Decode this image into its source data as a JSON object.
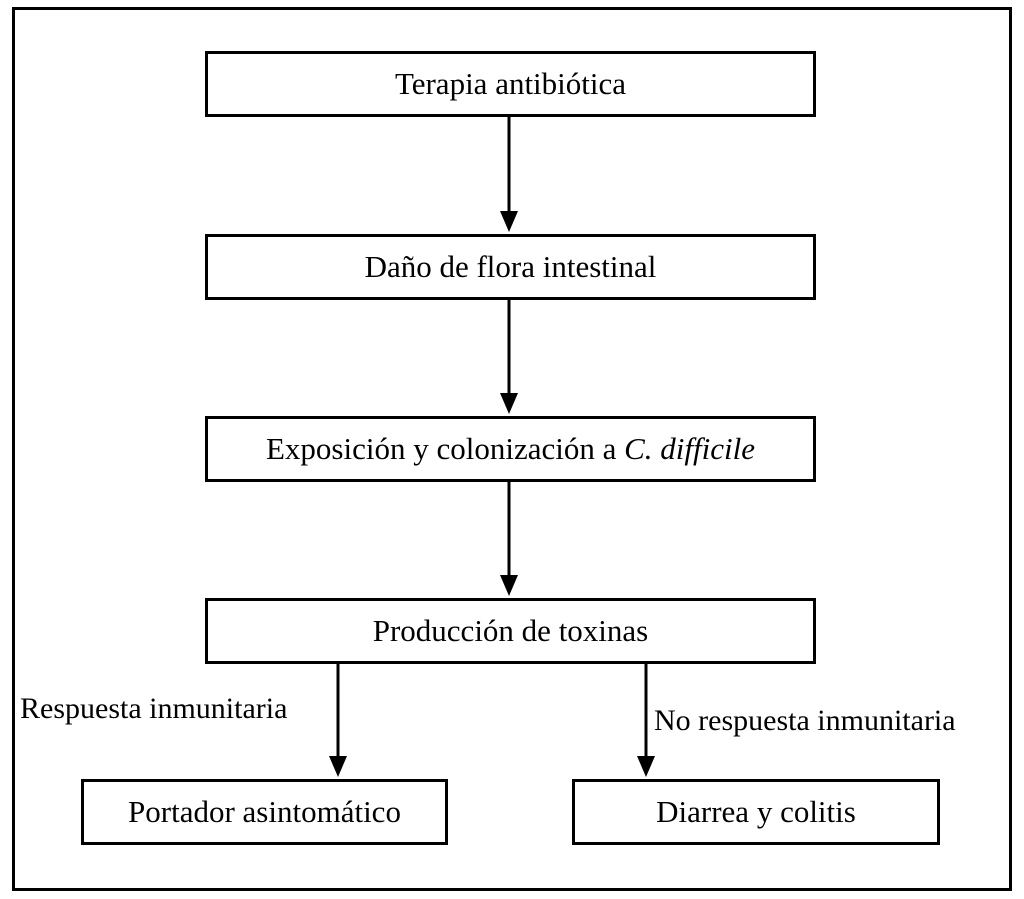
{
  "nodes": {
    "terapia": "Terapia antibiótica",
    "dano": "Daño de flora intestinal",
    "exposicion_prefix": "Exposición y colonización a ",
    "exposicion_organism": "C. difficile",
    "produccion": "Producción de toxinas",
    "portador": "Portador asintomático",
    "diarrea": "Diarrea y colitis"
  },
  "edges": {
    "respuesta": "Respuesta inmunitaria",
    "no_respuesta": "No respuesta inmunitaria"
  }
}
